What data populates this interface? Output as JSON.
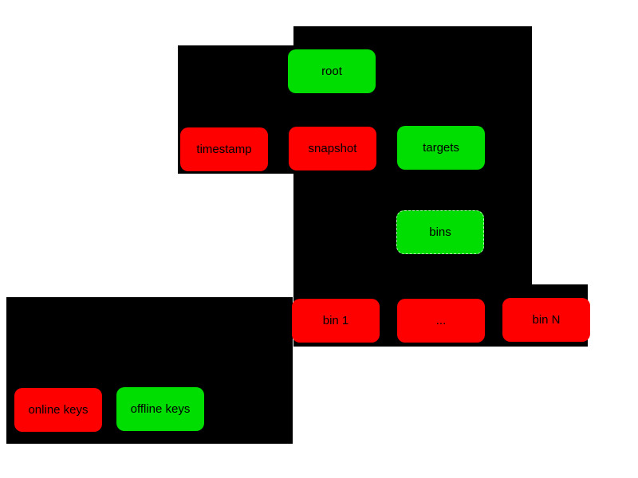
{
  "diagram": {
    "type": "role-hierarchy-diagram",
    "nodes": {
      "root": {
        "label": "root",
        "color": "green"
      },
      "timestamp": {
        "label": "timestamp",
        "color": "red"
      },
      "snapshot": {
        "label": "snapshot",
        "color": "red"
      },
      "targets": {
        "label": "targets",
        "color": "green"
      },
      "bins": {
        "label": "bins",
        "color": "green"
      },
      "bin1": {
        "label": "bin 1",
        "color": "red"
      },
      "binEllipsis": {
        "label": "...",
        "color": "red"
      },
      "binN": {
        "label": "bin N",
        "color": "red"
      },
      "onlineKeys": {
        "label": "online keys",
        "color": "red"
      },
      "offlineKeys": {
        "label": "offline keys",
        "color": "green"
      }
    },
    "colors": {
      "red": "#ff0000",
      "green": "#00dd00",
      "panel": "#000000",
      "background": "#ffffff",
      "label_text": "#000000"
    }
  }
}
